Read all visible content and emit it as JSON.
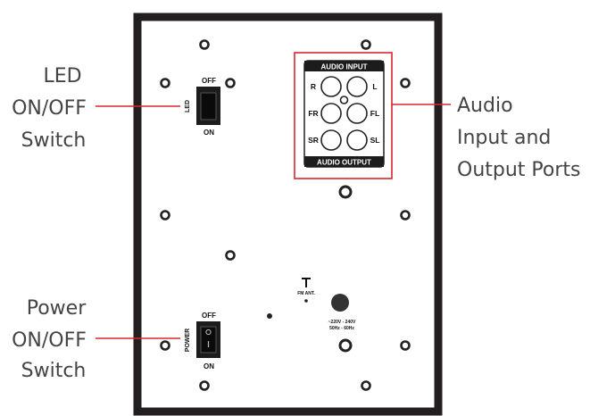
{
  "callouts": {
    "led_switch": [
      "LED",
      "ON/OFF",
      "Switch"
    ],
    "power_switch": [
      "Power",
      "ON/OFF",
      "Switch"
    ],
    "audio_ports": [
      "Audio",
      "Input and",
      "Output Ports"
    ]
  },
  "led_switch": {
    "name": "LED",
    "top": "OFF",
    "bottom": "ON"
  },
  "power_switch": {
    "name": "POWER",
    "top": "OFF",
    "bottom": "ON"
  },
  "audio_panel": {
    "input_header": "AUDIO INPUT",
    "output_header": "AUDIO OUTPUT",
    "ports": [
      "R",
      "L",
      "FR",
      "FL",
      "SR",
      "SL"
    ]
  },
  "antenna_label": "FM ANT.",
  "power_input": {
    "line1": "~220V - 240V",
    "line2": "50Hz - 60Hz"
  },
  "colors": {
    "panel_border": "#231f20",
    "callout_line": "#d9262c",
    "text": "#444444"
  }
}
